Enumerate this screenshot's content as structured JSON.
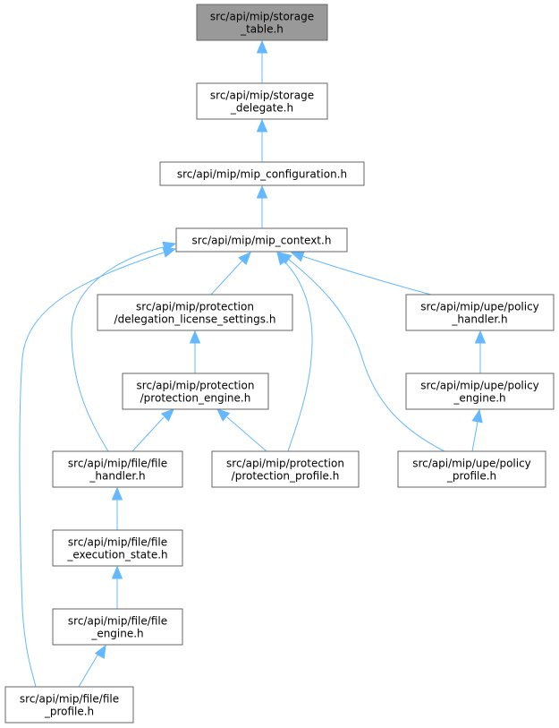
{
  "nodes": [
    {
      "id": "storage_table",
      "lines": [
        "src/api/mip/storage",
        "_table.h"
      ],
      "root": true
    },
    {
      "id": "storage_delegate",
      "lines": [
        "src/api/mip/storage",
        "_delegate.h"
      ]
    },
    {
      "id": "mip_configuration",
      "lines": [
        "src/api/mip/mip_configuration.h"
      ]
    },
    {
      "id": "mip_context",
      "lines": [
        "src/api/mip/mip_context.h"
      ]
    },
    {
      "id": "delegation_license_settings",
      "lines": [
        "src/api/mip/protection",
        "/delegation_license_settings.h"
      ]
    },
    {
      "id": "upe_policy_handler",
      "lines": [
        "src/api/mip/upe/policy",
        "_handler.h"
      ]
    },
    {
      "id": "protection_engine",
      "lines": [
        "src/api/mip/protection",
        "/protection_engine.h"
      ]
    },
    {
      "id": "upe_policy_engine",
      "lines": [
        "src/api/mip/upe/policy",
        "_engine.h"
      ]
    },
    {
      "id": "file_handler",
      "lines": [
        "src/api/mip/file/file",
        "_handler.h"
      ]
    },
    {
      "id": "protection_profile",
      "lines": [
        "src/api/mip/protection",
        "/protection_profile.h"
      ]
    },
    {
      "id": "upe_policy_profile",
      "lines": [
        "src/api/mip/upe/policy",
        "_profile.h"
      ]
    },
    {
      "id": "file_execution_state",
      "lines": [
        "src/api/mip/file/file",
        "_execution_state.h"
      ]
    },
    {
      "id": "file_engine",
      "lines": [
        "src/api/mip/file/file",
        "_engine.h"
      ]
    },
    {
      "id": "file_profile",
      "lines": [
        "src/api/mip/file/file",
        "_profile.h"
      ]
    }
  ],
  "edges": [
    {
      "from": "storage_table",
      "to": "storage_delegate"
    },
    {
      "from": "storage_delegate",
      "to": "mip_configuration"
    },
    {
      "from": "mip_configuration",
      "to": "mip_context"
    },
    {
      "from": "mip_context",
      "to": "delegation_license_settings"
    },
    {
      "from": "mip_context",
      "to": "upe_policy_handler"
    },
    {
      "from": "mip_context",
      "to": "file_handler"
    },
    {
      "from": "mip_context",
      "to": "protection_profile"
    },
    {
      "from": "mip_context",
      "to": "upe_policy_profile"
    },
    {
      "from": "mip_context",
      "to": "file_profile"
    },
    {
      "from": "delegation_license_settings",
      "to": "protection_engine"
    },
    {
      "from": "protection_engine",
      "to": "file_handler"
    },
    {
      "from": "protection_engine",
      "to": "protection_profile"
    },
    {
      "from": "upe_policy_handler",
      "to": "upe_policy_engine"
    },
    {
      "from": "upe_policy_engine",
      "to": "upe_policy_profile"
    },
    {
      "from": "file_handler",
      "to": "file_execution_state"
    },
    {
      "from": "file_execution_state",
      "to": "file_engine"
    },
    {
      "from": "file_engine",
      "to": "file_profile"
    }
  ]
}
